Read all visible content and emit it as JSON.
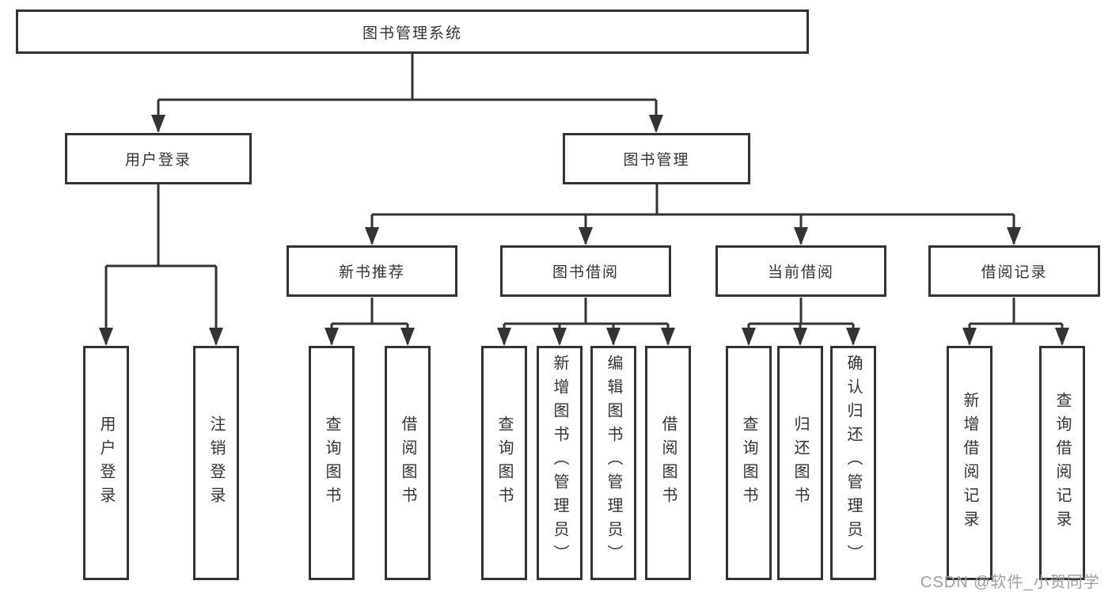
{
  "nodes": {
    "root": {
      "label": "图书管理系统"
    },
    "user_login": {
      "label": "用户登录"
    },
    "book_mgmt": {
      "label": "图书管理"
    },
    "new_book_rec": {
      "label": "新书推荐"
    },
    "book_borrow": {
      "label": "图书借阅"
    },
    "current_borrow": {
      "label": "当前借阅"
    },
    "borrow_record": {
      "label": "借阅记录"
    },
    "leaf_user_login": {
      "label": "用户登录"
    },
    "leaf_logout": {
      "label": "注销登录"
    },
    "leaf_query_book_1": {
      "label": "查询图书"
    },
    "leaf_borrow_book_1": {
      "label": "借阅图书"
    },
    "leaf_query_book_2": {
      "label": "查询图书"
    },
    "leaf_add_book": {
      "label": "新增图书（管理员）"
    },
    "leaf_edit_book": {
      "label": "编辑图书（管理员）"
    },
    "leaf_borrow_book_2": {
      "label": "借阅图书"
    },
    "leaf_query_book_3": {
      "label": "查询图书"
    },
    "leaf_return_book": {
      "label": "归还图书"
    },
    "leaf_confirm_return": {
      "label": "确认归还（管理员）"
    },
    "leaf_add_record": {
      "label": "新增借阅记录"
    },
    "leaf_query_record": {
      "label": "查询借阅记录"
    }
  },
  "watermark": "CSDN @软件_小贺同学",
  "colors": {
    "line": "#333333",
    "text": "#333333",
    "watermark": "#9e9e9e",
    "background": "#ffffff"
  }
}
